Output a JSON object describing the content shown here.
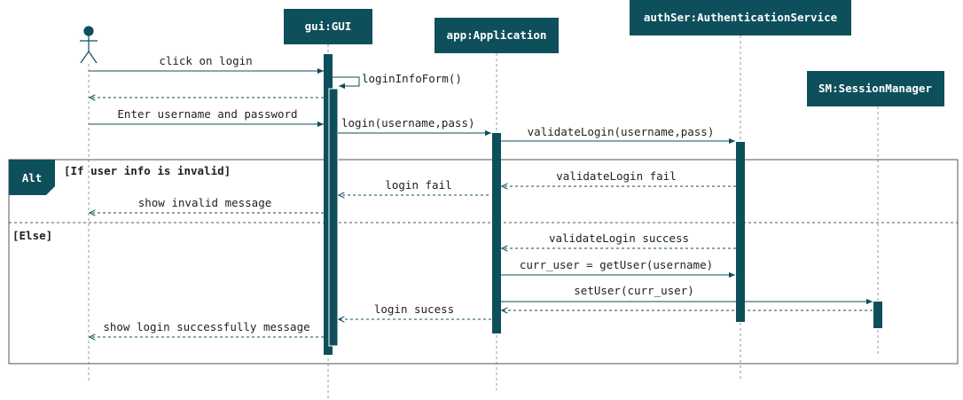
{
  "colors": {
    "participant_fill": "#0d4f5a",
    "participant_text": "#ffffff",
    "line": "#0d4f5a",
    "lifeline": "#9a9a9a",
    "text": "#1f1f1f"
  },
  "participants": {
    "gui": "gui:GUI",
    "app": "app:Application",
    "auth": "authSer:AuthenticationService",
    "sm": "SM:SessionManager"
  },
  "fragment": {
    "operator": "Alt",
    "guard_1": "[If user info is invalid]",
    "guard_2": "[Else]"
  },
  "messages": {
    "m1": "click on login",
    "m2": "loginInfoForm()",
    "m3": "Enter username and password",
    "m4": "login(username,pass)",
    "m5": "validateLogin(username,pass)",
    "m6": "validateLogin fail",
    "m7": "login fail",
    "m8": "show invalid message",
    "m9": "validateLogin success",
    "m10": "curr_user = getUser(username)",
    "m11": "setUser(curr_user)",
    "m12": "login sucess",
    "m13": "show login successfully message"
  }
}
